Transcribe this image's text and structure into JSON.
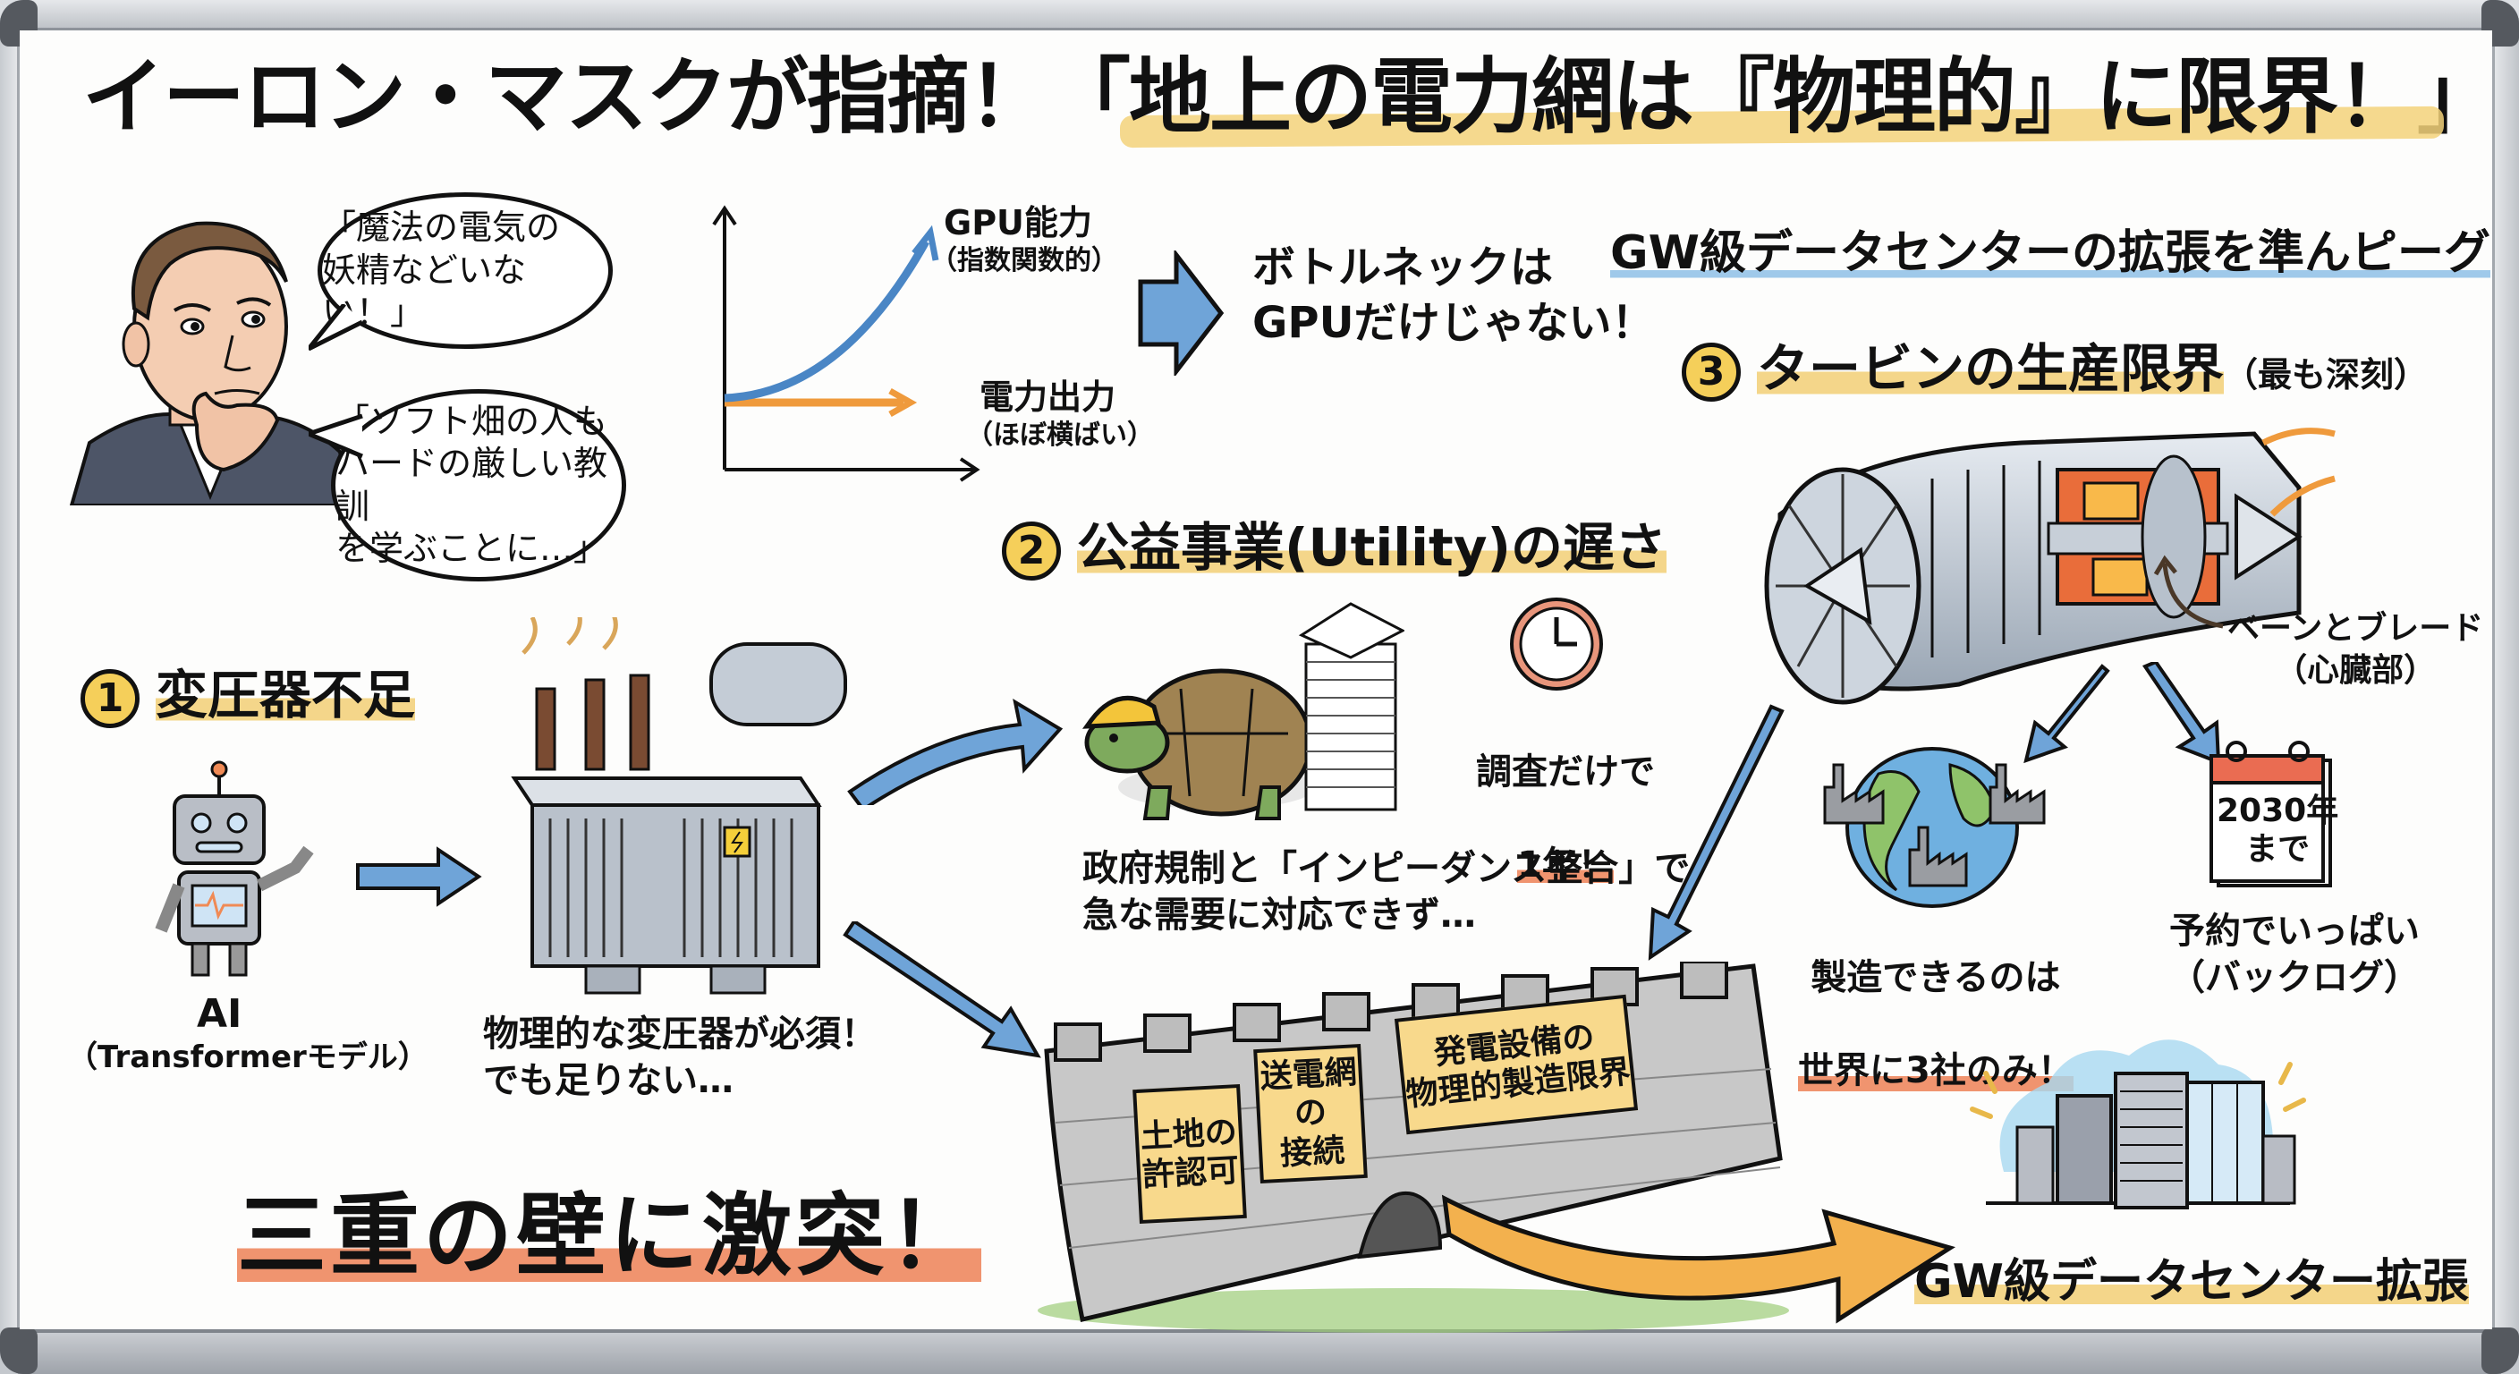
{
  "title": {
    "part1": "イーロン・マスクが指摘！「",
    "part2": "地上の電力網は『物理的』に限界！",
    "part3": "」"
  },
  "speaker": {
    "name_icon": "elon-musk-portrait",
    "quote1": "「魔法の電気の\n妖精などいない！」",
    "quote2": "「ソフト畑の人も\nハードの厳しい教訓\nを学ぶことに…」"
  },
  "gpu_chart": {
    "gpu_label": "GPU能力",
    "gpu_sub": "（指数関数的）",
    "power_label": "電力出力",
    "power_sub": "（ほぼ横ばい）",
    "colors": {
      "gpu": "#4a86c5",
      "power": "#ef9a3c"
    }
  },
  "bottleneck": {
    "text": "ボトルネックは\nGPUだけじゃない！"
  },
  "subtitle": "GW級データセンターの拡張を準んピーグ",
  "section1": {
    "number": "1",
    "heading": "変圧器不足",
    "ai_label": "AI",
    "ai_sub": "（Transformerモデル）",
    "caption": "物理的な変圧器が必須！\nでも足りない…"
  },
  "section2": {
    "number": "2",
    "heading": "公益事業(Utility)の遅さ",
    "clock_caption_line1": "調査だけで",
    "clock_caption_line2": "1年！",
    "caption": "政府規制と「インピーダンス整合」で\n急な需要に対応できず…"
  },
  "section3": {
    "number": "3",
    "heading": "タービンの生産限界",
    "heading_sub": "（最も深刻）",
    "turbine_callout": "ベーンとブレード\n（心臓部）",
    "globe_caption_line1": "製造できるのは",
    "globe_caption_line2": "世界に3社のみ！",
    "calendar_text": "2030年\nまで",
    "calendar_caption": "予約でいっぱい\n（バックログ）"
  },
  "wall": {
    "signs": [
      "土地の\n許認可",
      "送電網の\n接続",
      "発電設備の\n物理的製造限界"
    ]
  },
  "crash_text": "三重の壁に激突！",
  "datacenter_label": "GW級データセンター拡張",
  "colors": {
    "highlight_yellow": "#f4d68a",
    "highlight_orange": "#f0946f",
    "highlight_blue": "#9fc9ea",
    "arrow_blue": "#6fa4d8",
    "arrow_orange": "#f3b14e",
    "number_badge": "#f5cf5a"
  }
}
